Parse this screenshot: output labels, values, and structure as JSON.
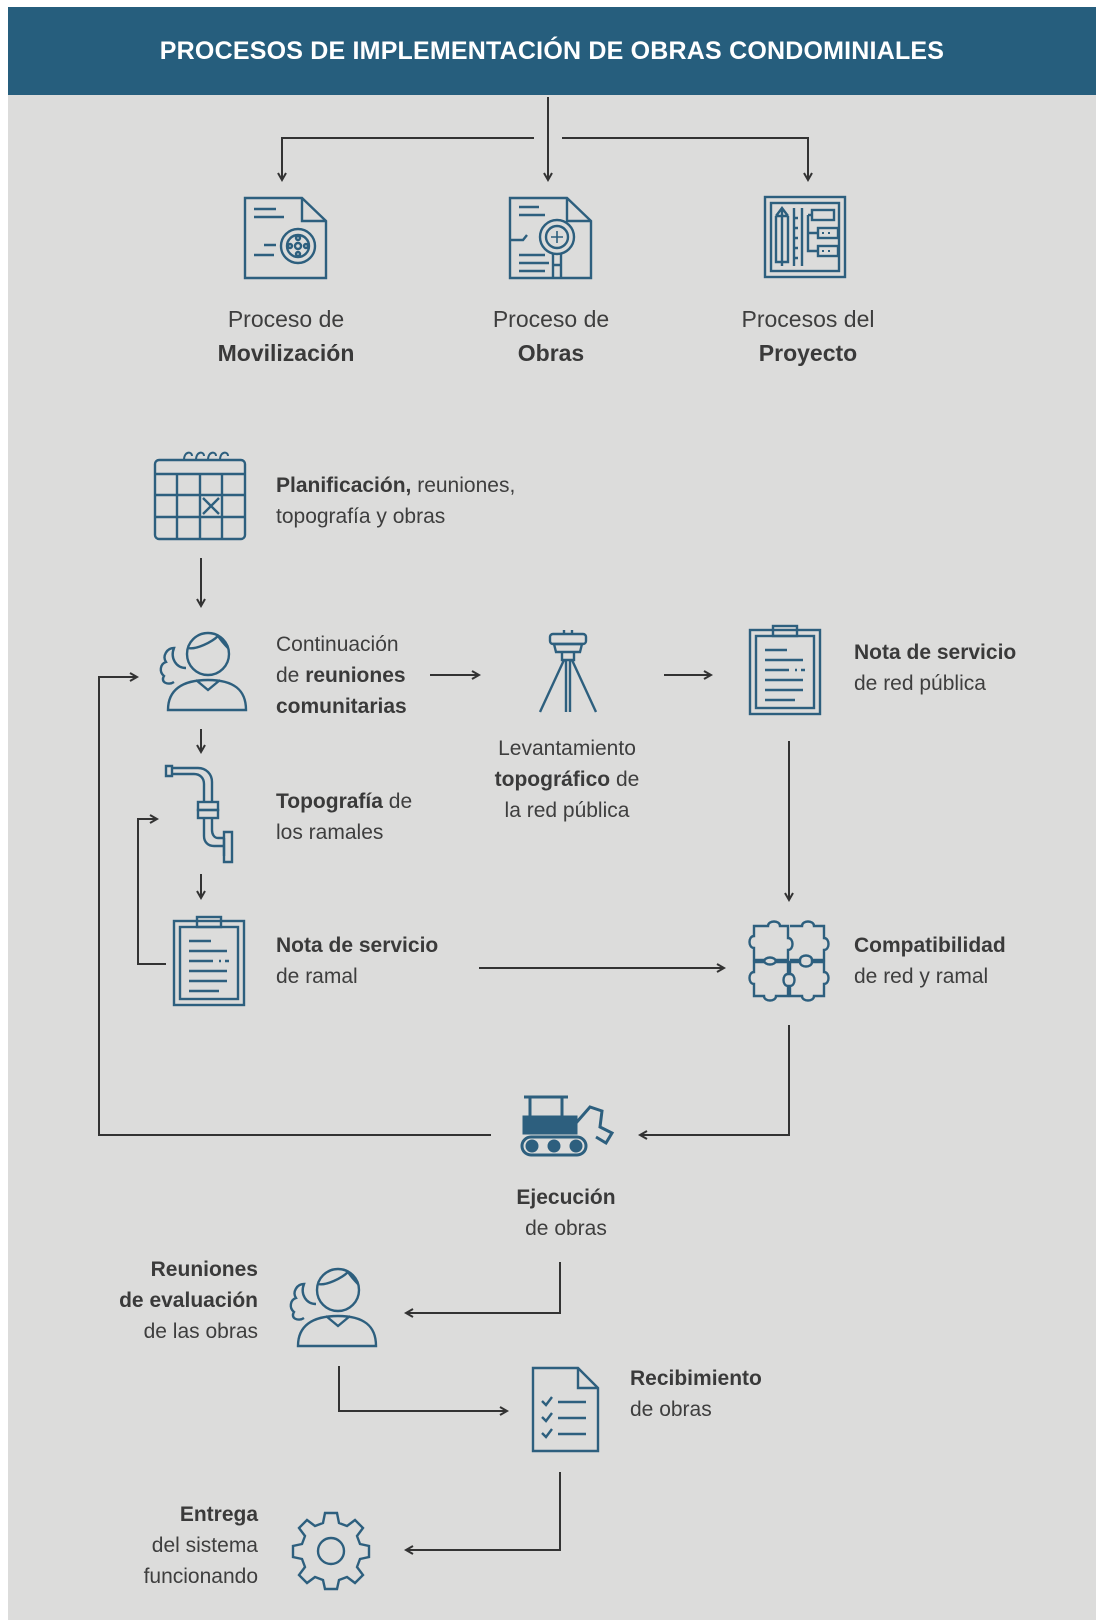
{
  "header": {
    "title": "PROCESOS DE IMPLEMENTACIÓN DE OBRAS CONDOMINIALES"
  },
  "colors": {
    "header_bg": "#265e7d",
    "icon": "#2d5f7e",
    "background": "#dcdcdb",
    "arrow": "#333333"
  },
  "top_processes": [
    {
      "icon": "document-gear-icon",
      "line1": "Proceso de",
      "line2": "Movilización"
    },
    {
      "icon": "document-magnifier-icon",
      "line1": "Proceso de",
      "line2": "Obras"
    },
    {
      "icon": "blueprint-panel-icon",
      "line1": "Procesos del",
      "line2": "Proyecto"
    }
  ],
  "steps": {
    "planificacion": {
      "icon": "calendar-icon",
      "bold": "Planificación,",
      "rest": " reuniones,",
      "line2": "topografía y obras"
    },
    "continuacion": {
      "icon": "community-people-icon",
      "line1": "Continuación",
      "pre": "de ",
      "bold": "reuniones",
      "line3": "comunitarias"
    },
    "levantamiento": {
      "icon": "survey-tripod-icon",
      "line1": "Levantamiento",
      "bold": "topográfico",
      "rest": " de",
      "line3": "la red pública"
    },
    "nota_red": {
      "icon": "clipboard-icon",
      "bold": "Nota de servicio",
      "line2": "de red pública"
    },
    "topografia_ramales": {
      "icon": "pipe-icon",
      "bold": "Topografía",
      "rest": " de",
      "line2": "los ramales"
    },
    "nota_ramal": {
      "icon": "clipboard-icon",
      "bold": "Nota de servicio",
      "line2": "de ramal"
    },
    "compatibilidad": {
      "icon": "puzzle-icon",
      "bold": "Compatibilidad",
      "line2": "de red y ramal"
    },
    "ejecucion": {
      "icon": "excavator-icon",
      "bold": "Ejecución",
      "line2": "de obras"
    },
    "evaluacion": {
      "icon": "community-people-icon",
      "bold1": "Reuniones",
      "bold2": "de evaluación",
      "line3": "de las obras"
    },
    "recibimiento": {
      "icon": "checklist-document-icon",
      "bold": "Recibimiento",
      "line2": "de obras"
    },
    "entrega": {
      "icon": "gear-icon",
      "bold": "Entrega",
      "line2": "del sistema",
      "line3": "funcionando"
    }
  }
}
